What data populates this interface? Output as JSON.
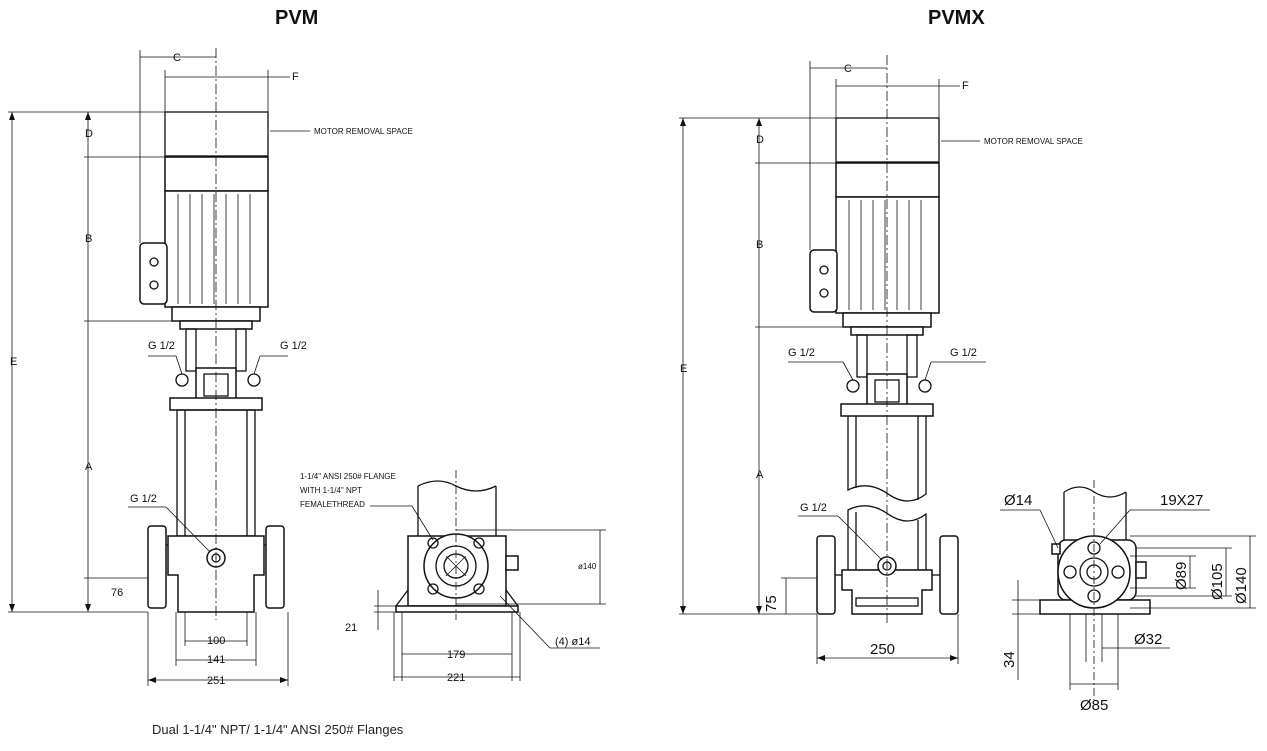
{
  "titles": {
    "left": "PVM",
    "right": "PVMX"
  },
  "caption": "Dual 1-1/4\" NPT/ 1-1/4\" ANSI 250# Flanges",
  "pvm": {
    "dims": {
      "A": "A",
      "B": "B",
      "C": "C",
      "D": "D",
      "E": "E",
      "F": "F"
    },
    "motor_removal": "MOTOR REMOVAL SPACE",
    "g_top_left": "G 1/2",
    "g_top_right": "G 1/2",
    "g_bottom": "G 1/2",
    "h76": "76",
    "w100": "100",
    "w141": "141",
    "w251": "251",
    "flange_note": [
      "1-1/4\" ANSI 250# FLANGE",
      "WITH 1-1/4\" NPT",
      "FEMALETHREAD"
    ],
    "d140": "ø140",
    "h21": "21",
    "w179": "179",
    "w221": "221",
    "holes": "(4) ø14"
  },
  "pvmx": {
    "dims": {
      "A": "A",
      "B": "B",
      "C": "C",
      "D": "D",
      "E": "E",
      "F": "F"
    },
    "motor_removal": "MOTOR REMOVAL SPACE",
    "g_top_left": "G 1/2",
    "g_top_right": "G 1/2",
    "g_bottom": "G 1/2",
    "h75": "75",
    "w250": "250",
    "d14": "Ø14",
    "slot": "19X27",
    "d89": "Ø89",
    "d105": "Ø105",
    "d140": "Ø140",
    "d32": "Ø32",
    "h34": "34",
    "d85": "Ø85"
  }
}
